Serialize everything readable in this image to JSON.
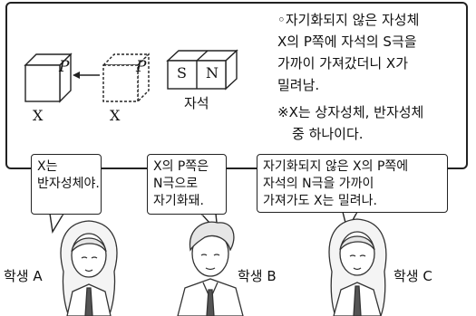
{
  "note": {
    "line1": "◦자기화되지 않은 자성체",
    "line2": "X의 P쪽에 자석의 S극을",
    "line3": "가까이 가져갔더니 X가",
    "line4": "밀려남.",
    "line5": "※X는 상자성체, 반자성체",
    "line6": "중 하나이다."
  },
  "diagram": {
    "x_label_1": "X",
    "x_label_2": "X",
    "p_label_1": "P",
    "p_label_2": "P",
    "magnet_s": "S",
    "magnet_n": "N",
    "magnet_label": "자석"
  },
  "bubbles": {
    "a_line1": "X는",
    "a_line2": "반자성체야.",
    "b_line1": "X의 P쪽은",
    "b_line2": "N극으로",
    "b_line3": "자기화돼.",
    "c_line1": "자기화되지 않은 X의 P쪽에",
    "c_line2": "자석의 N극을 가까이",
    "c_line3": "가져가도 X는 밀려나."
  },
  "students": {
    "a": "학생 A",
    "b": "학생 B",
    "c": "학생 C"
  }
}
